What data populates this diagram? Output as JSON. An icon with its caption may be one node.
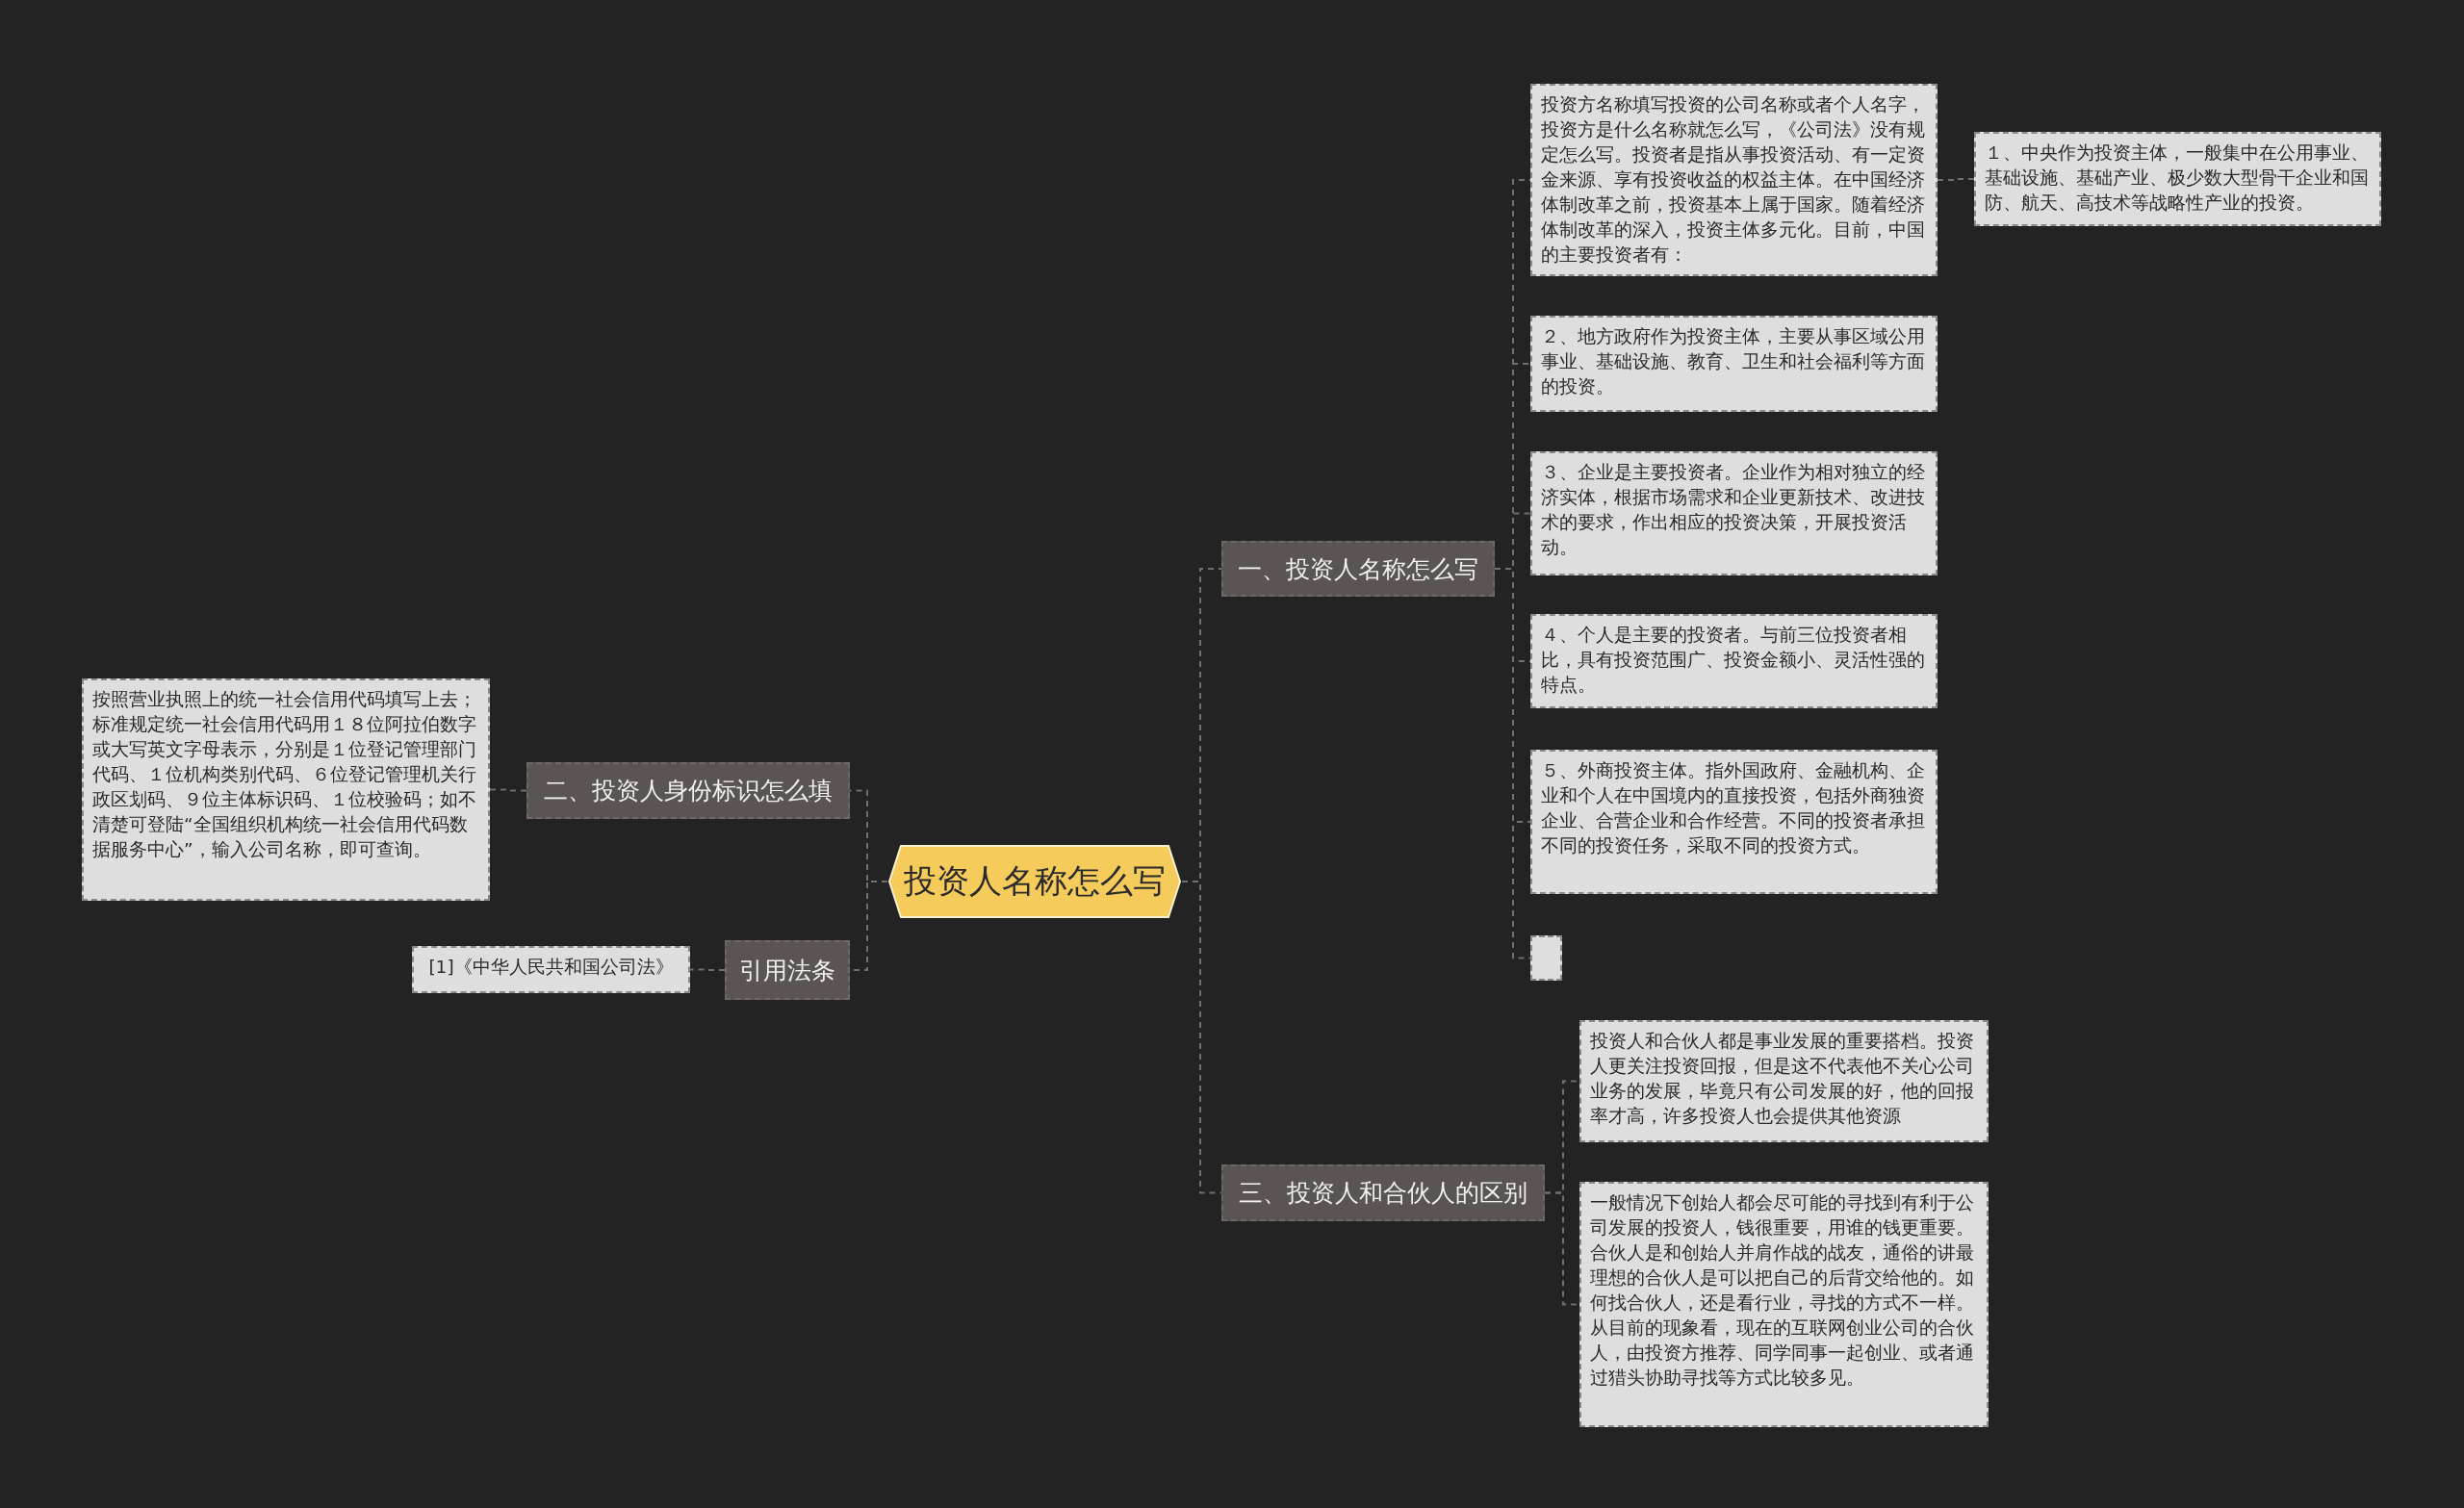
{
  "diagram": {
    "nodes": [
      {
        "text": [
          "投资人名称怎么写"
        ]
      },
      {
        "text": [
          "一、投资人名称怎么写"
        ]
      },
      {
        "text": [
          "投资方名称填写投资的公司名称或者个人名字，投资方是什么名称就怎么写，《公司法》没有规定怎么写。投资者是指从事投资活动、有一定资金来源、享有投资收益的权益主体。在中国经济体制改革之前，投资基本上属于国家。随着经济体制改革的深入，投资主体多元化。目前，中国的主要投资者有："
        ]
      },
      {
        "text": [
          "１、中央作为投资主体，一般集中在公用事业、基础设施、基础产业、极少数大型骨干企业和国防、航天、高技术等战略性产业的投资。"
        ]
      },
      {
        "text": [
          "２、地方政府作为投资主体，主要从事区域公用事业、基础设施、教育、卫生和社会福利等方面的投资。"
        ]
      },
      {
        "text": [
          "３、企业是主要投资者。企业作为相对独立的经济实体，根据市场需求和企业更新技术、改进技术的要求，作出相应的投资决策，开展投资活动。"
        ]
      },
      {
        "text": [
          "４、个人是主要的投资者。与前三位投资者相比，具有投资范围广、投资金额小、灵活性强的特点。"
        ]
      },
      {
        "text": [
          "５、外商投资主体。指外国政府、金融机构、企业和个人在中国境内的直接投资，包括外商独资企业、合营企业和合作经营。不同的投资者承担不同的投资任务，采取不同的投资方式。"
        ]
      },
      {
        "text": [],
        "shape": "box"
      },
      {
        "text": [
          "三、投资人和合伙人的区别"
        ]
      },
      {
        "text": [
          "投资人和合伙人都是事业发展的重要搭档。投资人更关注投资回报，但是这不代表他不关心公司业务的发展，毕竟只有公司发展的好，他的回报率才高，许多投资人也会提供其他资源"
        ]
      },
      {
        "text": [
          "一般情况下创始人都会尽可能的寻找到有利于公司发展的投资人，钱很重要，用谁的钱更重要。合伙人是和创始人并肩作战的战友，通俗的讲最理想的合伙人是可以把自己的后背交给他的。如何找合伙人，还是看行业，寻找的方式不一样。从目前的现象看，现在的互联网创业公司的合伙人，由投资方推荐、同学同事一起创业、或者通过猎头协助寻找等方式比较多见。"
        ]
      },
      {
        "text": [
          "二、投资人身份标识怎么填"
        ]
      },
      {
        "text": [
          "按照营业执照上的统一社会信用代码填写上去；标准规定统一社会信用代码用１８位阿拉伯数字或大写英文字母表示，分别是１位登记管理部门代码、１位机构类别代码、６位登记管理机关行政区划码、９位主体标识码、１位校验码；如不清楚可登陆“全国组织机构统一社会信用代码数据服务中心”，输入公司名称，即可查询。"
        ]
      },
      {
        "text": [
          "引用法条"
        ]
      },
      {
        "text": [
          "[1]《中华人民共和国公司法》"
        ]
      }
    ],
    "edges": [
      {
        "from": 0,
        "to": 1,
        "arrow": "none"
      },
      {
        "from": 0,
        "to": 9,
        "arrow": "none"
      },
      {
        "from": 0,
        "to": 12,
        "arrow": "none"
      },
      {
        "from": 0,
        "to": 14,
        "arrow": "none"
      },
      {
        "from": 1,
        "to": 2,
        "arrow": "none"
      },
      {
        "from": 1,
        "to": 4,
        "arrow": "none"
      },
      {
        "from": 1,
        "to": 5,
        "arrow": "none"
      },
      {
        "from": 1,
        "to": 6,
        "arrow": "none"
      },
      {
        "from": 1,
        "to": 7,
        "arrow": "none"
      },
      {
        "from": 1,
        "to": 8,
        "arrow": "none"
      },
      {
        "from": 2,
        "to": 3,
        "arrow": "none"
      },
      {
        "from": 9,
        "to": 10,
        "arrow": "none"
      },
      {
        "from": 9,
        "to": 11,
        "arrow": "none"
      },
      {
        "from": 12,
        "to": 13,
        "arrow": "none"
      },
      {
        "from": 14,
        "to": 15,
        "arrow": "none"
      }
    ]
  }
}
